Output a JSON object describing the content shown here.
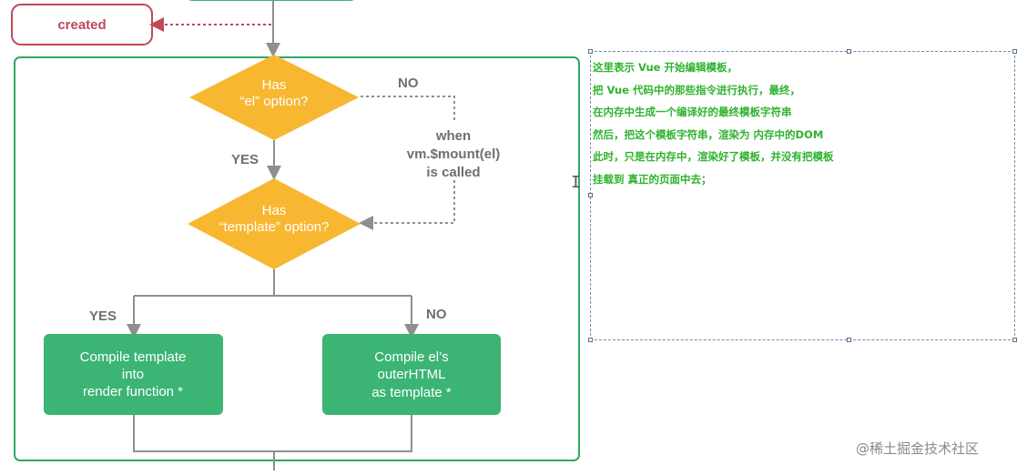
{
  "nodes": {
    "created": "created",
    "has_el_l1": "Has",
    "has_el_l2": "“el” option?",
    "has_tpl_l1": "Has",
    "has_tpl_l2": "“template” option?",
    "compile_tpl_l1": "Compile template",
    "compile_tpl_l2": "into",
    "compile_tpl_l3": "render function *",
    "compile_el_l1": "Compile el’s",
    "compile_el_l2": "outerHTML",
    "compile_el_l3": "as template *"
  },
  "labels": {
    "no_top": "NO",
    "yes_mid": "YES",
    "when_l1": "when",
    "when_l2": "vm.$mount(el)",
    "when_l3": "is called",
    "yes_left": "YES",
    "no_right": "NO"
  },
  "annotation": {
    "lines": [
      "这里表示 Vue 开始编辑模板，",
      "把 Vue 代码中的那些指令进行执行，最终，",
      "在内存中生成一个编译好的最终模板字符串",
      "然后，把这个模板字符串，渲染为 内存中的DOM",
      "此时，只是在内存中，渲染好了模板，并没有把模板",
      "挂载到 真正的页面中去；"
    ]
  },
  "watermark": "@稀土掘金技术社区",
  "colors": {
    "green": "#3bb474",
    "green_dark": "#2fa866",
    "amber": "#f7b731",
    "red_border": "#c0485a",
    "red_text": "#c0485a",
    "gray_line": "#8f8f8f",
    "label_gray": "#6f6f6f",
    "annotation_green": "#2fb32f"
  }
}
